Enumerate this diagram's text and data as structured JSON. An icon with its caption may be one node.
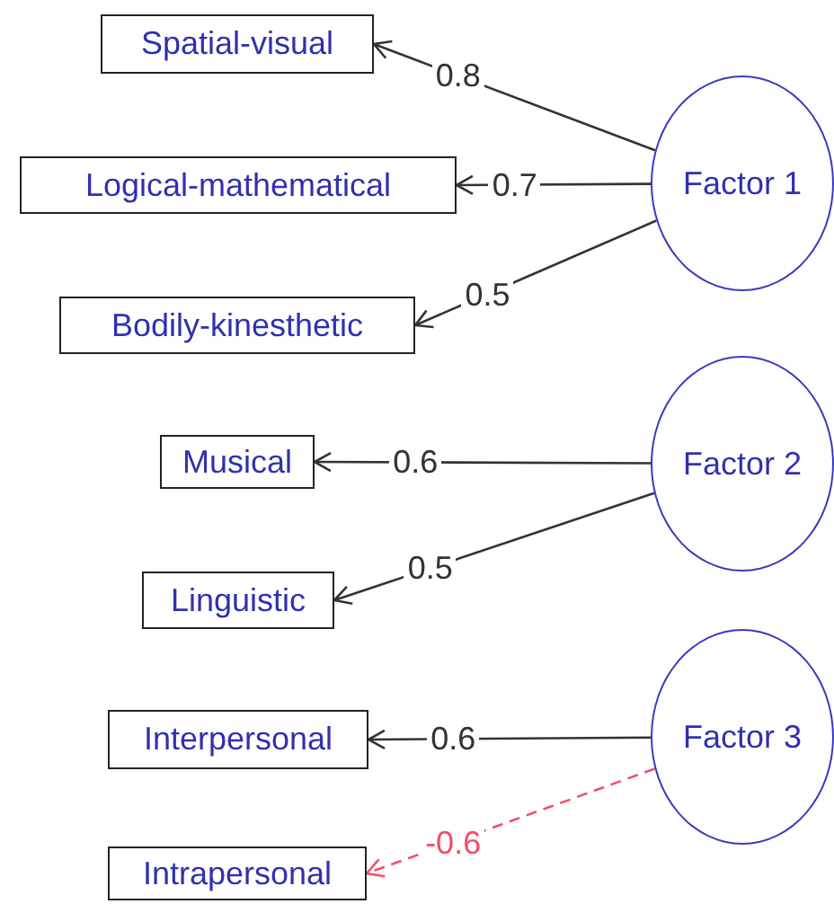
{
  "diagram": {
    "nodes": [
      {
        "text": [
          "Spatial-visual"
        ]
      },
      {
        "text": [
          "Logical-mathematical"
        ]
      },
      {
        "text": [
          "Factor 1"
        ]
      },
      {
        "text": [
          "Bodily-kinesthetic"
        ]
      },
      {
        "text": [
          "Musical"
        ]
      },
      {
        "text": [
          "Factor 2"
        ]
      },
      {
        "text": [
          "Linguistic"
        ]
      },
      {
        "text": [
          "Interpersonal"
        ]
      },
      {
        "text": [
          "Factor 3"
        ]
      },
      {
        "text": [
          "Intrapersonal"
        ]
      }
    ],
    "edges": [
      {
        "from": 2,
        "to": 0,
        "arrow": "to",
        "label": "0.8"
      },
      {
        "from": 2,
        "to": 1,
        "arrow": "to",
        "label": "0.7"
      },
      {
        "from": 2,
        "to": 3,
        "arrow": "to",
        "label": "0.5"
      },
      {
        "from": 5,
        "to": 4,
        "arrow": "to",
        "label": "0.6"
      },
      {
        "from": 5,
        "to": 6,
        "arrow": "to",
        "label": "0.5"
      },
      {
        "from": 8,
        "to": 7,
        "arrow": "to",
        "label": "0.6"
      },
      {
        "from": 8,
        "to": 9,
        "arrow": "to",
        "label": "-0.6",
        "style": "dashed",
        "color": "#f0506a"
      }
    ]
  }
}
